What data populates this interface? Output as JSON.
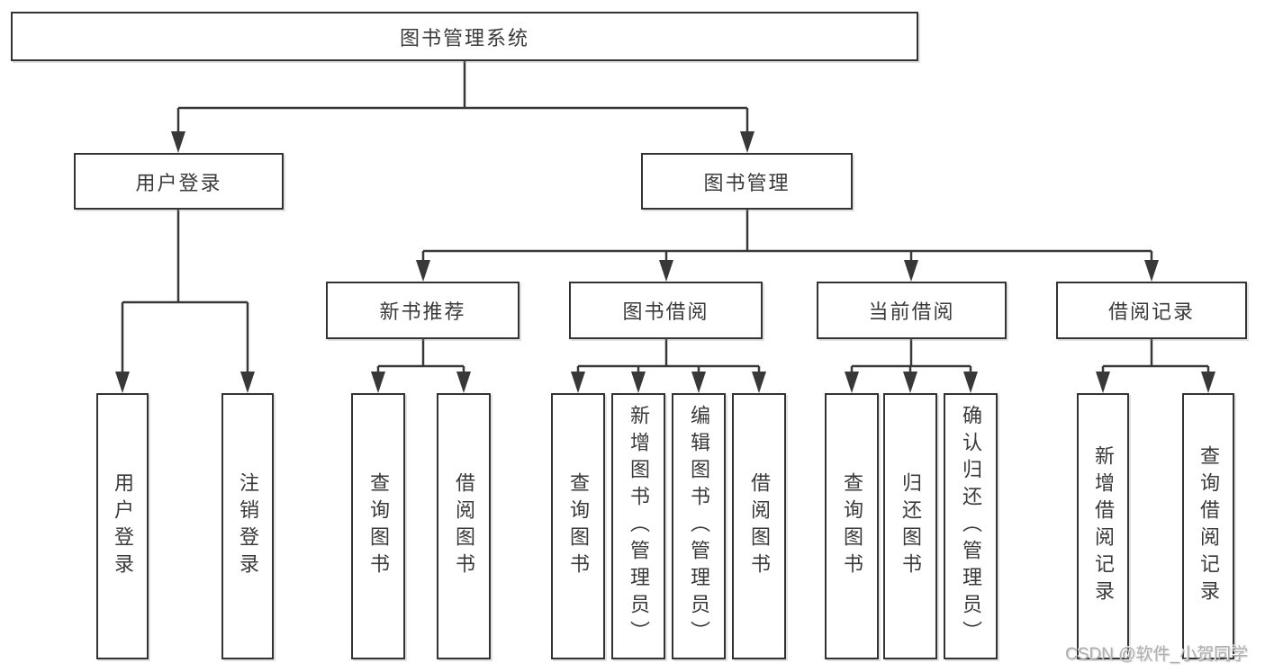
{
  "tree": {
    "root": {
      "label": "图书管理系统"
    },
    "login": {
      "label": "用户登录",
      "children": [
        {
          "label": "用户登录"
        },
        {
          "label": "注销登录"
        }
      ]
    },
    "management": {
      "label": "图书管理",
      "children": [
        {
          "label": "新书推荐",
          "children": [
            {
              "label": "查询图书"
            },
            {
              "label": "借阅图书"
            }
          ]
        },
        {
          "label": "图书借阅",
          "children": [
            {
              "label": "查询图书"
            },
            {
              "label": "新增图书（管理员）"
            },
            {
              "label": "编辑图书（管理员）"
            },
            {
              "label": "借阅图书"
            }
          ]
        },
        {
          "label": "当前借阅",
          "children": [
            {
              "label": "查询图书"
            },
            {
              "label": "归还图书"
            },
            {
              "label": "确认归还（管理员）"
            }
          ]
        },
        {
          "label": "借阅记录",
          "children": [
            {
              "label": "新增借阅记录"
            },
            {
              "label": "查询借阅记录"
            }
          ]
        }
      ]
    }
  },
  "watermark": {
    "text": "CSDN @软件_小贺同学"
  },
  "colors": {
    "line": "#383838",
    "box_border": "#333333",
    "text": "#3a3a3a",
    "background": "#ffffff",
    "watermark_text": "#b0b0b0"
  }
}
